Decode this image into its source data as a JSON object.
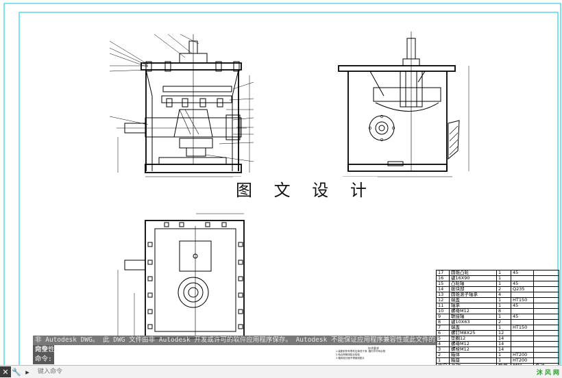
{
  "drawing": {
    "title": "图 文 设 计",
    "watermark": "沐 风 网"
  },
  "bom": {
    "rows": [
      [
        "17",
        "圆锥凸轮",
        "1",
        "45"
      ],
      [
        "16",
        "键16X90",
        "1",
        ""
      ],
      [
        "15",
        "凸轮轴",
        "1",
        "45"
      ],
      [
        "14",
        "拨块部",
        "2",
        "Q235"
      ],
      [
        "13",
        "圆锥滚子轴承",
        "4",
        ""
      ],
      [
        "12",
        "端盖",
        "1",
        "HT150"
      ],
      [
        "11",
        "轴承",
        "1",
        "45"
      ],
      [
        "10",
        "螺母M12",
        "8",
        ""
      ],
      [
        "9",
        "联接轴",
        "1",
        "45"
      ],
      [
        "8",
        "键10X63",
        "2",
        ""
      ],
      [
        "7",
        "端盖",
        "1",
        "HT150"
      ],
      [
        "6",
        "螺钉M8X25",
        "12",
        ""
      ],
      [
        "5",
        "垫圈12",
        "14",
        ""
      ],
      [
        "4",
        "螺母M12",
        "14",
        ""
      ],
      [
        "3",
        "螺栓M12",
        "14",
        ""
      ],
      [
        "2",
        "箱体",
        "1",
        "HT200"
      ],
      [
        "1",
        "箱座",
        "1",
        "HT200"
      ]
    ],
    "header": [
      "序号",
      "名称",
      "数量",
      "材料",
      "备注"
    ]
  },
  "tech_notes": {
    "title": "技术要求",
    "lines": [
      "1.装配前所有零件应清洗干净, 箱内不许有杂物",
      "2.啮合侧隙用铅丝检验",
      "3.箱体剖分面不得使用垫片"
    ]
  },
  "command": {
    "history": "非 Autodesk DWG。  此 DWG 文件由非 Autodesk 开发或许可的软件应用程序保存。  Autodesk 不能保证应用程序兼容性或此文件的完整性。",
    "prompt1": "命令:",
    "prompt2": "命令:",
    "input_placeholder": "键入命令",
    "close_icon": "close-icon",
    "wrench_icon": "wrench-icon",
    "prompt_icon": "command-prompt-icon"
  },
  "colors": {
    "frame": "#00c8d8",
    "watermark": "#2e9d2e"
  }
}
